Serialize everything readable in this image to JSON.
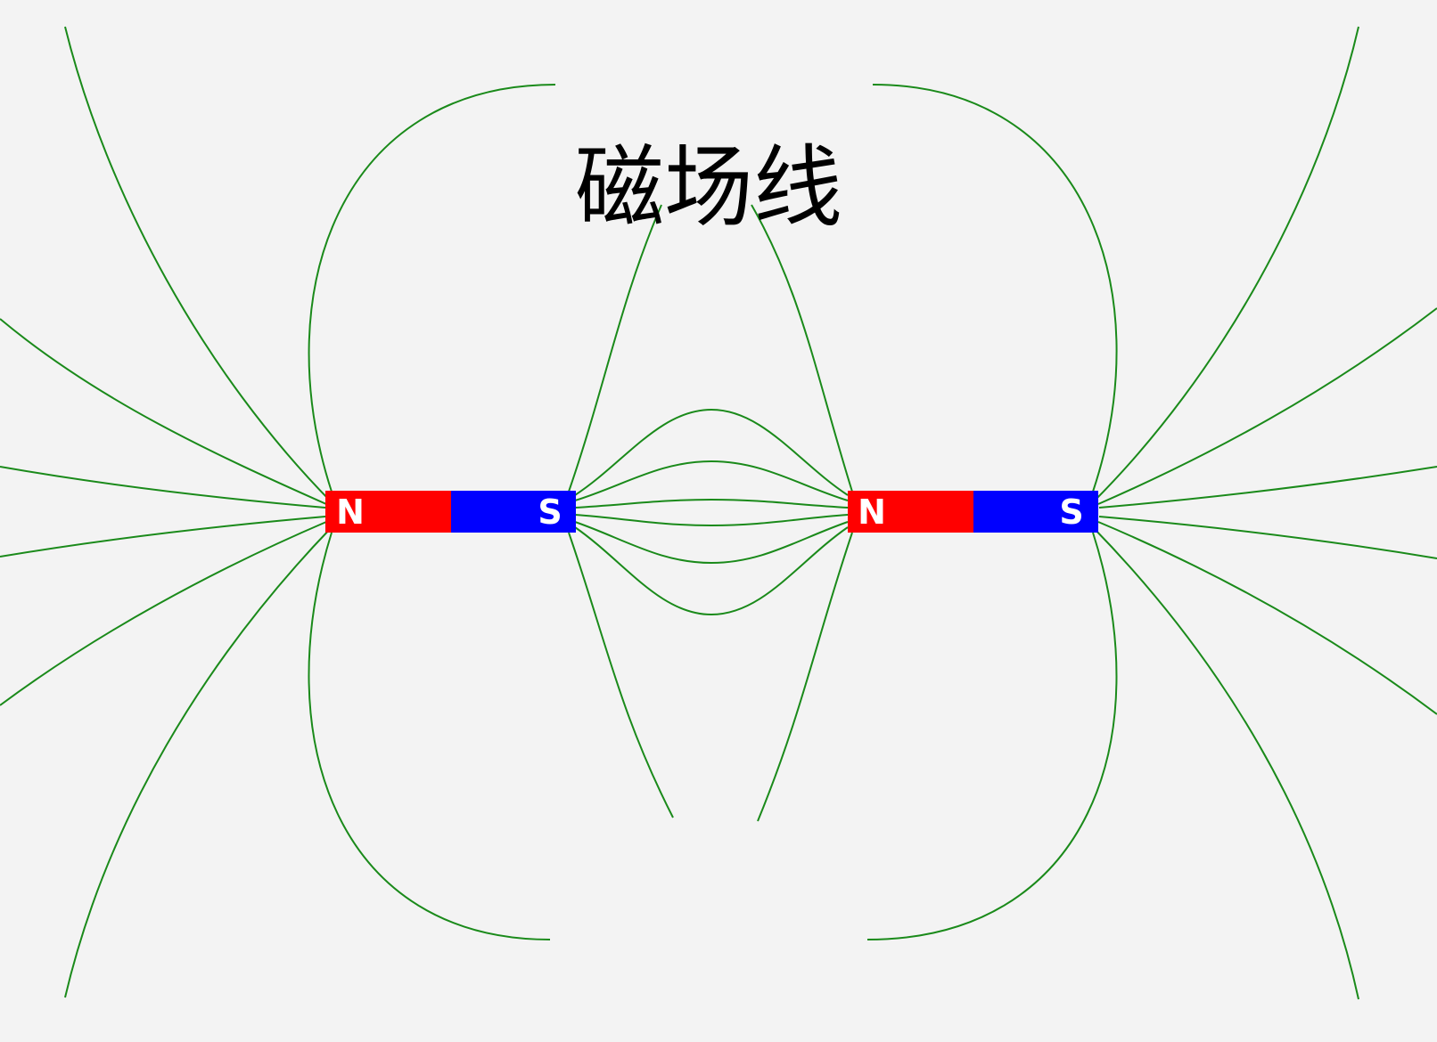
{
  "title": "磁场线",
  "magnets": [
    {
      "north_label": "N",
      "south_label": "S"
    },
    {
      "north_label": "N",
      "south_label": "S"
    }
  ],
  "colors": {
    "background": "#f3f3f3",
    "field_line": "#1a8a1a",
    "north_pole": "#ff0000",
    "south_pole": "#0000ff",
    "pole_label": "#ffffff",
    "title": "#000000"
  }
}
